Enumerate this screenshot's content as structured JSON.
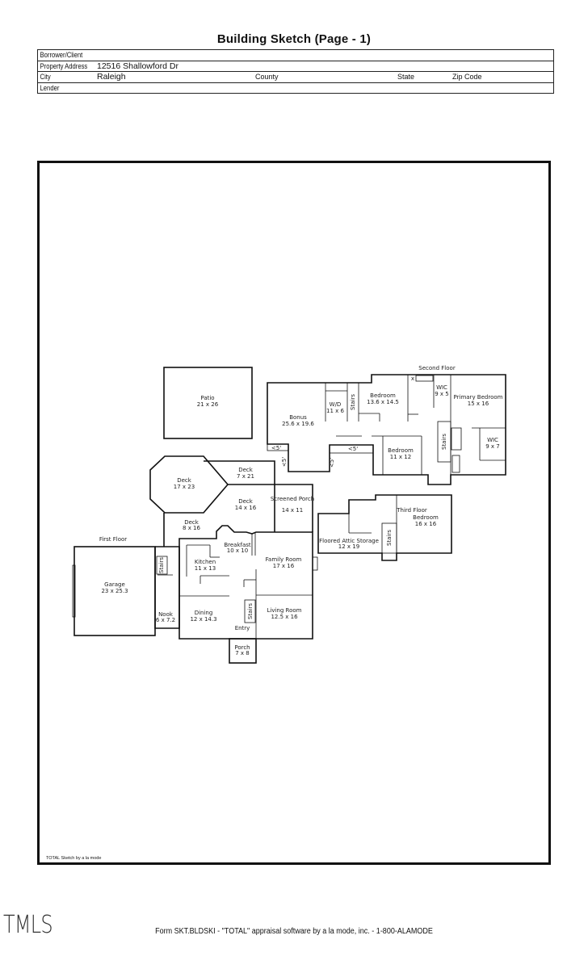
{
  "header": {
    "title": "Building Sketch (Page - 1)",
    "borrower_label": "Borrower/Client",
    "borrower_value": "",
    "address_label": "Property Address",
    "address_value": "12516 Shallowford Dr",
    "city_label": "City",
    "city_value": "Raleigh",
    "county_label": "County",
    "state_label": "State",
    "zip_label": "Zip Code",
    "lender_label": "Lender"
  },
  "sketch": {
    "floors": {
      "first": "First Floor",
      "second": "Second Floor",
      "third": "Third Floor"
    },
    "rooms": [
      {
        "name": "Patio",
        "dims": "21 x 26"
      },
      {
        "name": "Bonus",
        "dims": "25.6 x 19.6"
      },
      {
        "name": "W/D",
        "dims": "11 x 6"
      },
      {
        "name": "Bedroom",
        "dims": "13.6 x 14.5"
      },
      {
        "name": "WIC",
        "dims": "9 x 5"
      },
      {
        "name": "Primary Bedroom",
        "dims": "15 x 16"
      },
      {
        "name": "WIC",
        "dims": "9 x 7"
      },
      {
        "name": "Bedroom",
        "dims": "11 x 12"
      },
      {
        "name": "Deck",
        "dims": "17 x 23"
      },
      {
        "name": "Deck",
        "dims": "7 x 21"
      },
      {
        "name": "Deck",
        "dims": "14 x 16"
      },
      {
        "name": "Screened Porch",
        "dims": "14 x 11"
      },
      {
        "name": "Deck",
        "dims": "8 x 16"
      },
      {
        "name": "Breakfast",
        "dims": "10 x 10"
      },
      {
        "name": "Kitchen",
        "dims": "11 x 13"
      },
      {
        "name": "Family Room",
        "dims": "17 x 16"
      },
      {
        "name": "Garage",
        "dims": "23 x 25.3"
      },
      {
        "name": "Nook",
        "dims": "6 x 7.2"
      },
      {
        "name": "Dining",
        "dims": "12 x 14.3"
      },
      {
        "name": "Living Room",
        "dims": "12.5 x 16"
      },
      {
        "name": "Porch",
        "dims": "7 x 8"
      },
      {
        "name": "Floored Attic Storage",
        "dims": "12 x 19"
      },
      {
        "name": "Bedroom",
        "dims": "16 x 16"
      }
    ],
    "misc": {
      "stairs": "Stairs",
      "entry": "Entry",
      "lt5": "<5'",
      "x": "x"
    },
    "credit": "TOTAL Sketch by a la mode"
  },
  "footer": {
    "logo": "TMLS",
    "form_text": "Form SKT.BLDSKI - \"TOTAL\" appraisal software by a la mode, inc. - 1-800-ALAMODE"
  }
}
